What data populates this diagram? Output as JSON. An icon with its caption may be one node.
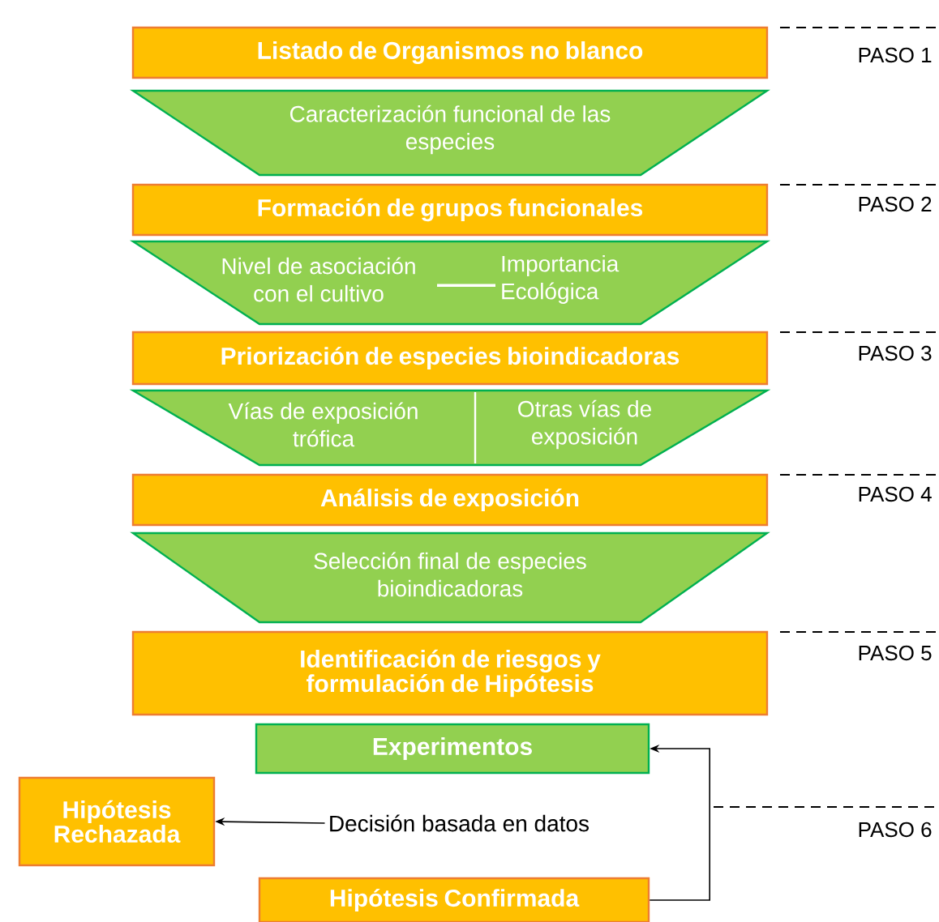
{
  "diagram": {
    "nodes": [
      {
        "text": [
          "Listado de Organismos no blanco"
        ]
      },
      {
        "text": [
          "Caracterización funcional de las especies"
        ]
      },
      {
        "text": [
          "Formación de grupos funcionales"
        ]
      },
      {
        "text": [
          "Nivel de asociación con el cultivo",
          "Importancia Ecológica"
        ]
      },
      {
        "text": [
          "Priorización de especies bioindicadoras"
        ]
      },
      {
        "text": [
          "Vías de exposición trófica",
          "Otras vías de exposición"
        ]
      },
      {
        "text": [
          "Análisis de exposición"
        ]
      },
      {
        "text": [
          "Selección final de especies bioindicadoras"
        ]
      },
      {
        "text": [
          "Identificación de riesgos y formulación de Hipótesis"
        ]
      },
      {
        "text": [
          "Experimentos"
        ]
      },
      {
        "text": [
          "Decisión basada en datos"
        ]
      },
      {
        "text": [
          "Hipótesis Rechazada"
        ]
      },
      {
        "text": [
          "Hipótesis Confirmada"
        ]
      }
    ],
    "edges": [
      {
        "from": 10,
        "to": 11,
        "arrow": "to"
      },
      {
        "from": 12,
        "to": 9,
        "arrow": "to"
      }
    ],
    "labels": [
      "PASO 1",
      "PASO 2",
      "PASO 3",
      "PASO 4",
      "PASO 5",
      "PASO 6"
    ]
  }
}
